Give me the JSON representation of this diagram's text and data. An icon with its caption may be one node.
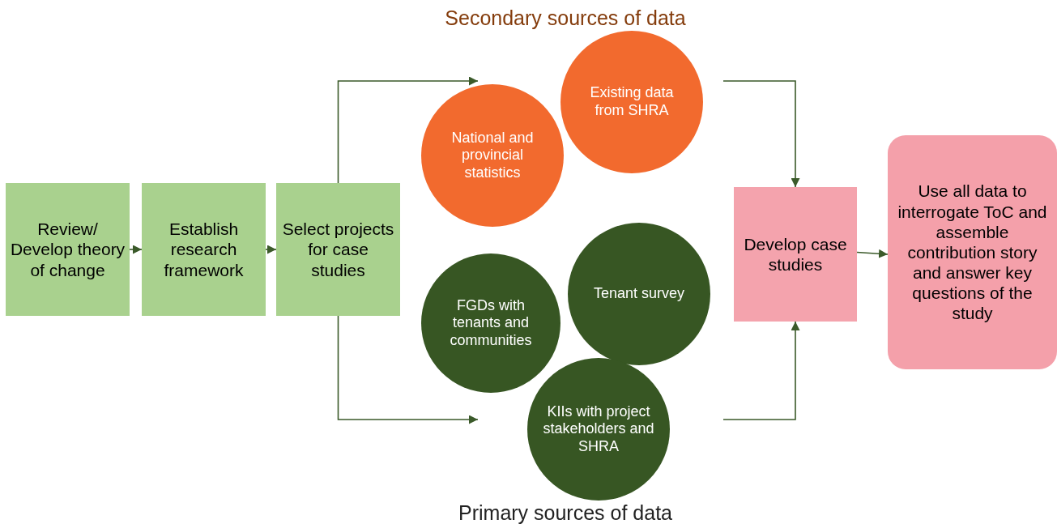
{
  "diagram": {
    "nodes": [
      {
        "text": [
          "Review/ Develop theory of change"
        ]
      },
      {
        "text": [
          "Establish research framework"
        ]
      },
      {
        "text": [
          "Select projects for case studies"
        ]
      },
      {
        "text": [
          "National and provincial statistics"
        ]
      },
      {
        "text": [
          "Existing data from SHRA"
        ]
      },
      {
        "text": [
          "FGDs with tenants and communities"
        ]
      },
      {
        "text": [
          "Tenant survey"
        ]
      },
      {
        "text": [
          "KIIs with project stakeholders and SHRA"
        ]
      },
      {
        "text": [
          "Develop case studies"
        ]
      },
      {
        "text": [
          "Use all data to interrogate ToC and assemble contribution story and answer key questions of the study"
        ]
      }
    ],
    "edges": [
      {
        "from": 0,
        "to": 1,
        "arrow": "to"
      },
      {
        "from": 1,
        "to": 2,
        "arrow": "to"
      },
      {
        "from": 2,
        "to": 3,
        "arrow": "to"
      },
      {
        "from": 2,
        "to": 5,
        "arrow": "to"
      },
      {
        "from": null,
        "to": 8,
        "arrow": "to"
      },
      {
        "from": null,
        "to": 8,
        "arrow": "to"
      },
      {
        "from": 8,
        "to": 9,
        "arrow": "to"
      }
    ],
    "labels": [
      "Secondary sources of data",
      "Primary sources of data"
    ]
  }
}
